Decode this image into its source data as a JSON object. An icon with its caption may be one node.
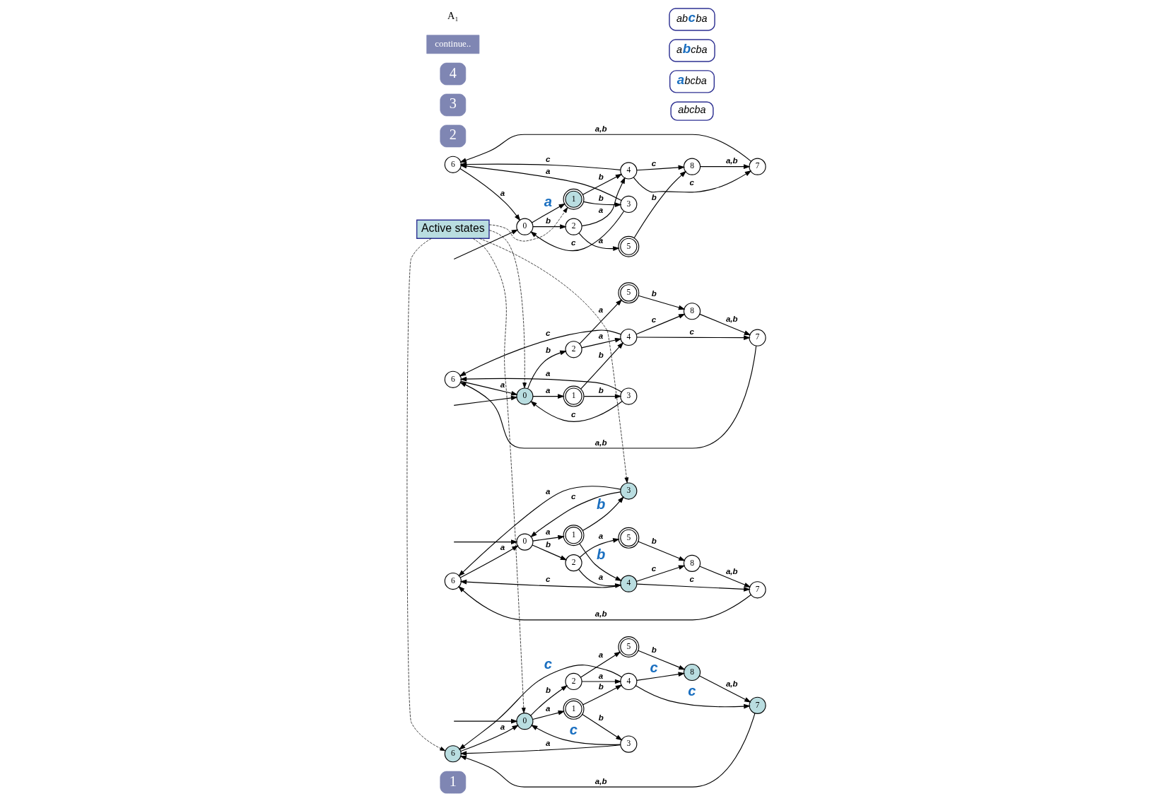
{
  "diagram": {
    "nodes": [
      {
        "text": [
          "1"
        ]
      },
      {
        "text": [
          "0"
        ]
      },
      {
        "text": [
          "1"
        ]
      },
      {
        "text": [
          "2"
        ]
      },
      {
        "text": [
          "3"
        ]
      },
      {
        "text": [
          "4"
        ]
      },
      {
        "text": [
          "5"
        ]
      },
      {
        "text": [
          "6"
        ]
      },
      {
        "text": [
          "7"
        ]
      },
      {
        "text": [
          "8"
        ]
      },
      {
        "text": [
          "abcba"
        ]
      },
      {
        "text": [
          "2"
        ]
      },
      {
        "text": [
          "0"
        ]
      },
      {
        "text": [
          "1"
        ]
      },
      {
        "text": [
          "2"
        ]
      },
      {
        "text": [
          "3"
        ]
      },
      {
        "text": [
          "4"
        ]
      },
      {
        "text": [
          "5"
        ]
      },
      {
        "text": [
          "6"
        ]
      },
      {
        "text": [
          "7"
        ]
      },
      {
        "text": [
          "8"
        ]
      },
      {
        "text": [
          "abcba"
        ]
      },
      {
        "text": [
          "3"
        ]
      },
      {
        "text": [
          "0"
        ]
      },
      {
        "text": [
          "1"
        ]
      },
      {
        "text": [
          "2"
        ]
      },
      {
        "text": [
          "3"
        ]
      },
      {
        "text": [
          "4"
        ]
      },
      {
        "text": [
          "5"
        ]
      },
      {
        "text": [
          "6"
        ]
      },
      {
        "text": [
          "7"
        ]
      },
      {
        "text": [
          "8"
        ]
      },
      {
        "text": [
          "abcba"
        ]
      },
      {
        "text": [
          "4"
        ]
      },
      {
        "text": [
          "0"
        ]
      },
      {
        "text": [
          "1"
        ]
      },
      {
        "text": [
          "2"
        ]
      },
      {
        "text": [
          "3"
        ]
      },
      {
        "text": [
          "4"
        ]
      },
      {
        "text": [
          "5"
        ]
      },
      {
        "text": [
          "6"
        ]
      },
      {
        "text": [
          "7"
        ]
      },
      {
        "text": [
          "8"
        ]
      },
      {
        "text": [
          "abcba"
        ]
      },
      {
        "text": [
          "Active states"
        ]
      },
      {
        "text": [
          "continue.."
        ]
      }
    ],
    "edges": [
      {
        "from": null,
        "to": 1,
        "arrow": "to"
      },
      {
        "from": 1,
        "to": 2,
        "arrow": "to",
        "label": "a"
      },
      {
        "from": 1,
        "to": 3,
        "arrow": "to",
        "label": "b"
      },
      {
        "from": 2,
        "to": 4,
        "arrow": "to",
        "label": "b"
      },
      {
        "from": 2,
        "to": 5,
        "arrow": "to",
        "label": "b"
      },
      {
        "from": 3,
        "to": 5,
        "arrow": "to",
        "label": "a"
      },
      {
        "from": 3,
        "to": 6,
        "arrow": "to",
        "label": "a"
      },
      {
        "from": 4,
        "to": 7,
        "arrow": "to",
        "label": "a"
      },
      {
        "from": 4,
        "to": 1,
        "arrow": "to",
        "label": "c"
      },
      {
        "from": 5,
        "to": 7,
        "arrow": "to",
        "label": "c"
      },
      {
        "from": 5,
        "to": 8,
        "arrow": "to",
        "label": "c"
      },
      {
        "from": 5,
        "to": 9,
        "arrow": "to",
        "label": "c"
      },
      {
        "from": 6,
        "to": 9,
        "arrow": "to",
        "label": "b"
      },
      {
        "from": 7,
        "to": 1,
        "arrow": "to",
        "label": "a"
      },
      {
        "from": 8,
        "to": 7,
        "arrow": "to",
        "label": "a,b"
      },
      {
        "from": 9,
        "to": 8,
        "arrow": "to",
        "label": "a,b"
      },
      {
        "from": null,
        "to": 12,
        "arrow": "to"
      },
      {
        "from": 12,
        "to": 13,
        "arrow": "to",
        "label": "a"
      },
      {
        "from": 12,
        "to": 14,
        "arrow": "to",
        "label": "b"
      },
      {
        "from": 13,
        "to": 15,
        "arrow": "to",
        "label": "b"
      },
      {
        "from": 13,
        "to": 16,
        "arrow": "to",
        "label": "b"
      },
      {
        "from": 14,
        "to": 16,
        "arrow": "to",
        "label": "a"
      },
      {
        "from": 14,
        "to": 17,
        "arrow": "to",
        "label": "a"
      },
      {
        "from": 15,
        "to": 18,
        "arrow": "to",
        "label": "a"
      },
      {
        "from": 15,
        "to": 12,
        "arrow": "to",
        "label": "c"
      },
      {
        "from": 16,
        "to": 18,
        "arrow": "to",
        "label": "c"
      },
      {
        "from": 16,
        "to": 19,
        "arrow": "to",
        "label": "c"
      },
      {
        "from": 16,
        "to": 20,
        "arrow": "to",
        "label": "c"
      },
      {
        "from": 17,
        "to": 20,
        "arrow": "to",
        "label": "b"
      },
      {
        "from": 18,
        "to": 12,
        "arrow": "to",
        "label": "a"
      },
      {
        "from": 19,
        "to": 18,
        "arrow": "to",
        "label": "a,b"
      },
      {
        "from": 20,
        "to": 19,
        "arrow": "to",
        "label": "a,b"
      },
      {
        "from": null,
        "to": 23,
        "arrow": "to"
      },
      {
        "from": 23,
        "to": 24,
        "arrow": "to",
        "label": "a"
      },
      {
        "from": 23,
        "to": 25,
        "arrow": "to",
        "label": "b"
      },
      {
        "from": 24,
        "to": 26,
        "arrow": "to",
        "label": "b"
      },
      {
        "from": 24,
        "to": 27,
        "arrow": "to",
        "label": "b"
      },
      {
        "from": 25,
        "to": 27,
        "arrow": "to",
        "label": "a"
      },
      {
        "from": 25,
        "to": 28,
        "arrow": "to",
        "label": "a"
      },
      {
        "from": 26,
        "to": 29,
        "arrow": "to",
        "label": "a"
      },
      {
        "from": 26,
        "to": 23,
        "arrow": "to",
        "label": "c"
      },
      {
        "from": 27,
        "to": 29,
        "arrow": "to",
        "label": "c"
      },
      {
        "from": 27,
        "to": 30,
        "arrow": "to",
        "label": "c"
      },
      {
        "from": 27,
        "to": 31,
        "arrow": "to",
        "label": "c"
      },
      {
        "from": 28,
        "to": 31,
        "arrow": "to",
        "label": "b"
      },
      {
        "from": 29,
        "to": 23,
        "arrow": "to",
        "label": "a"
      },
      {
        "from": 30,
        "to": 29,
        "arrow": "to",
        "label": "a,b"
      },
      {
        "from": 31,
        "to": 30,
        "arrow": "to",
        "label": "a,b"
      },
      {
        "from": null,
        "to": 34,
        "arrow": "to"
      },
      {
        "from": 34,
        "to": 35,
        "arrow": "to",
        "label": "a"
      },
      {
        "from": 34,
        "to": 36,
        "arrow": "to",
        "label": "b"
      },
      {
        "from": 35,
        "to": 37,
        "arrow": "to",
        "label": "b"
      },
      {
        "from": 35,
        "to": 38,
        "arrow": "to",
        "label": "b"
      },
      {
        "from": 36,
        "to": 38,
        "arrow": "to",
        "label": "a"
      },
      {
        "from": 36,
        "to": 39,
        "arrow": "to",
        "label": "a"
      },
      {
        "from": 37,
        "to": 40,
        "arrow": "to",
        "label": "a"
      },
      {
        "from": 37,
        "to": 34,
        "arrow": "to",
        "label": "c"
      },
      {
        "from": 38,
        "to": 40,
        "arrow": "to",
        "label": "c"
      },
      {
        "from": 38,
        "to": 41,
        "arrow": "to",
        "label": "c"
      },
      {
        "from": 38,
        "to": 42,
        "arrow": "to",
        "label": "c"
      },
      {
        "from": 39,
        "to": 42,
        "arrow": "to",
        "label": "b"
      },
      {
        "from": 40,
        "to": 34,
        "arrow": "to",
        "label": "a"
      },
      {
        "from": 41,
        "to": 40,
        "arrow": "to",
        "label": "a,b"
      },
      {
        "from": 42,
        "to": 41,
        "arrow": "to",
        "label": "a,b"
      },
      {
        "from": 44,
        "to": 1,
        "arrow": "to",
        "style": "dashed"
      },
      {
        "from": 44,
        "to": 13,
        "arrow": "to",
        "style": "dashed"
      },
      {
        "from": 44,
        "to": 26,
        "arrow": "to",
        "style": "dashed"
      },
      {
        "from": 44,
        "to": 34,
        "arrow": "to",
        "style": "dashed"
      },
      {
        "from": 44,
        "to": 40,
        "arrow": "to",
        "style": "dashed"
      }
    ],
    "labels": [
      "A₁"
    ]
  }
}
